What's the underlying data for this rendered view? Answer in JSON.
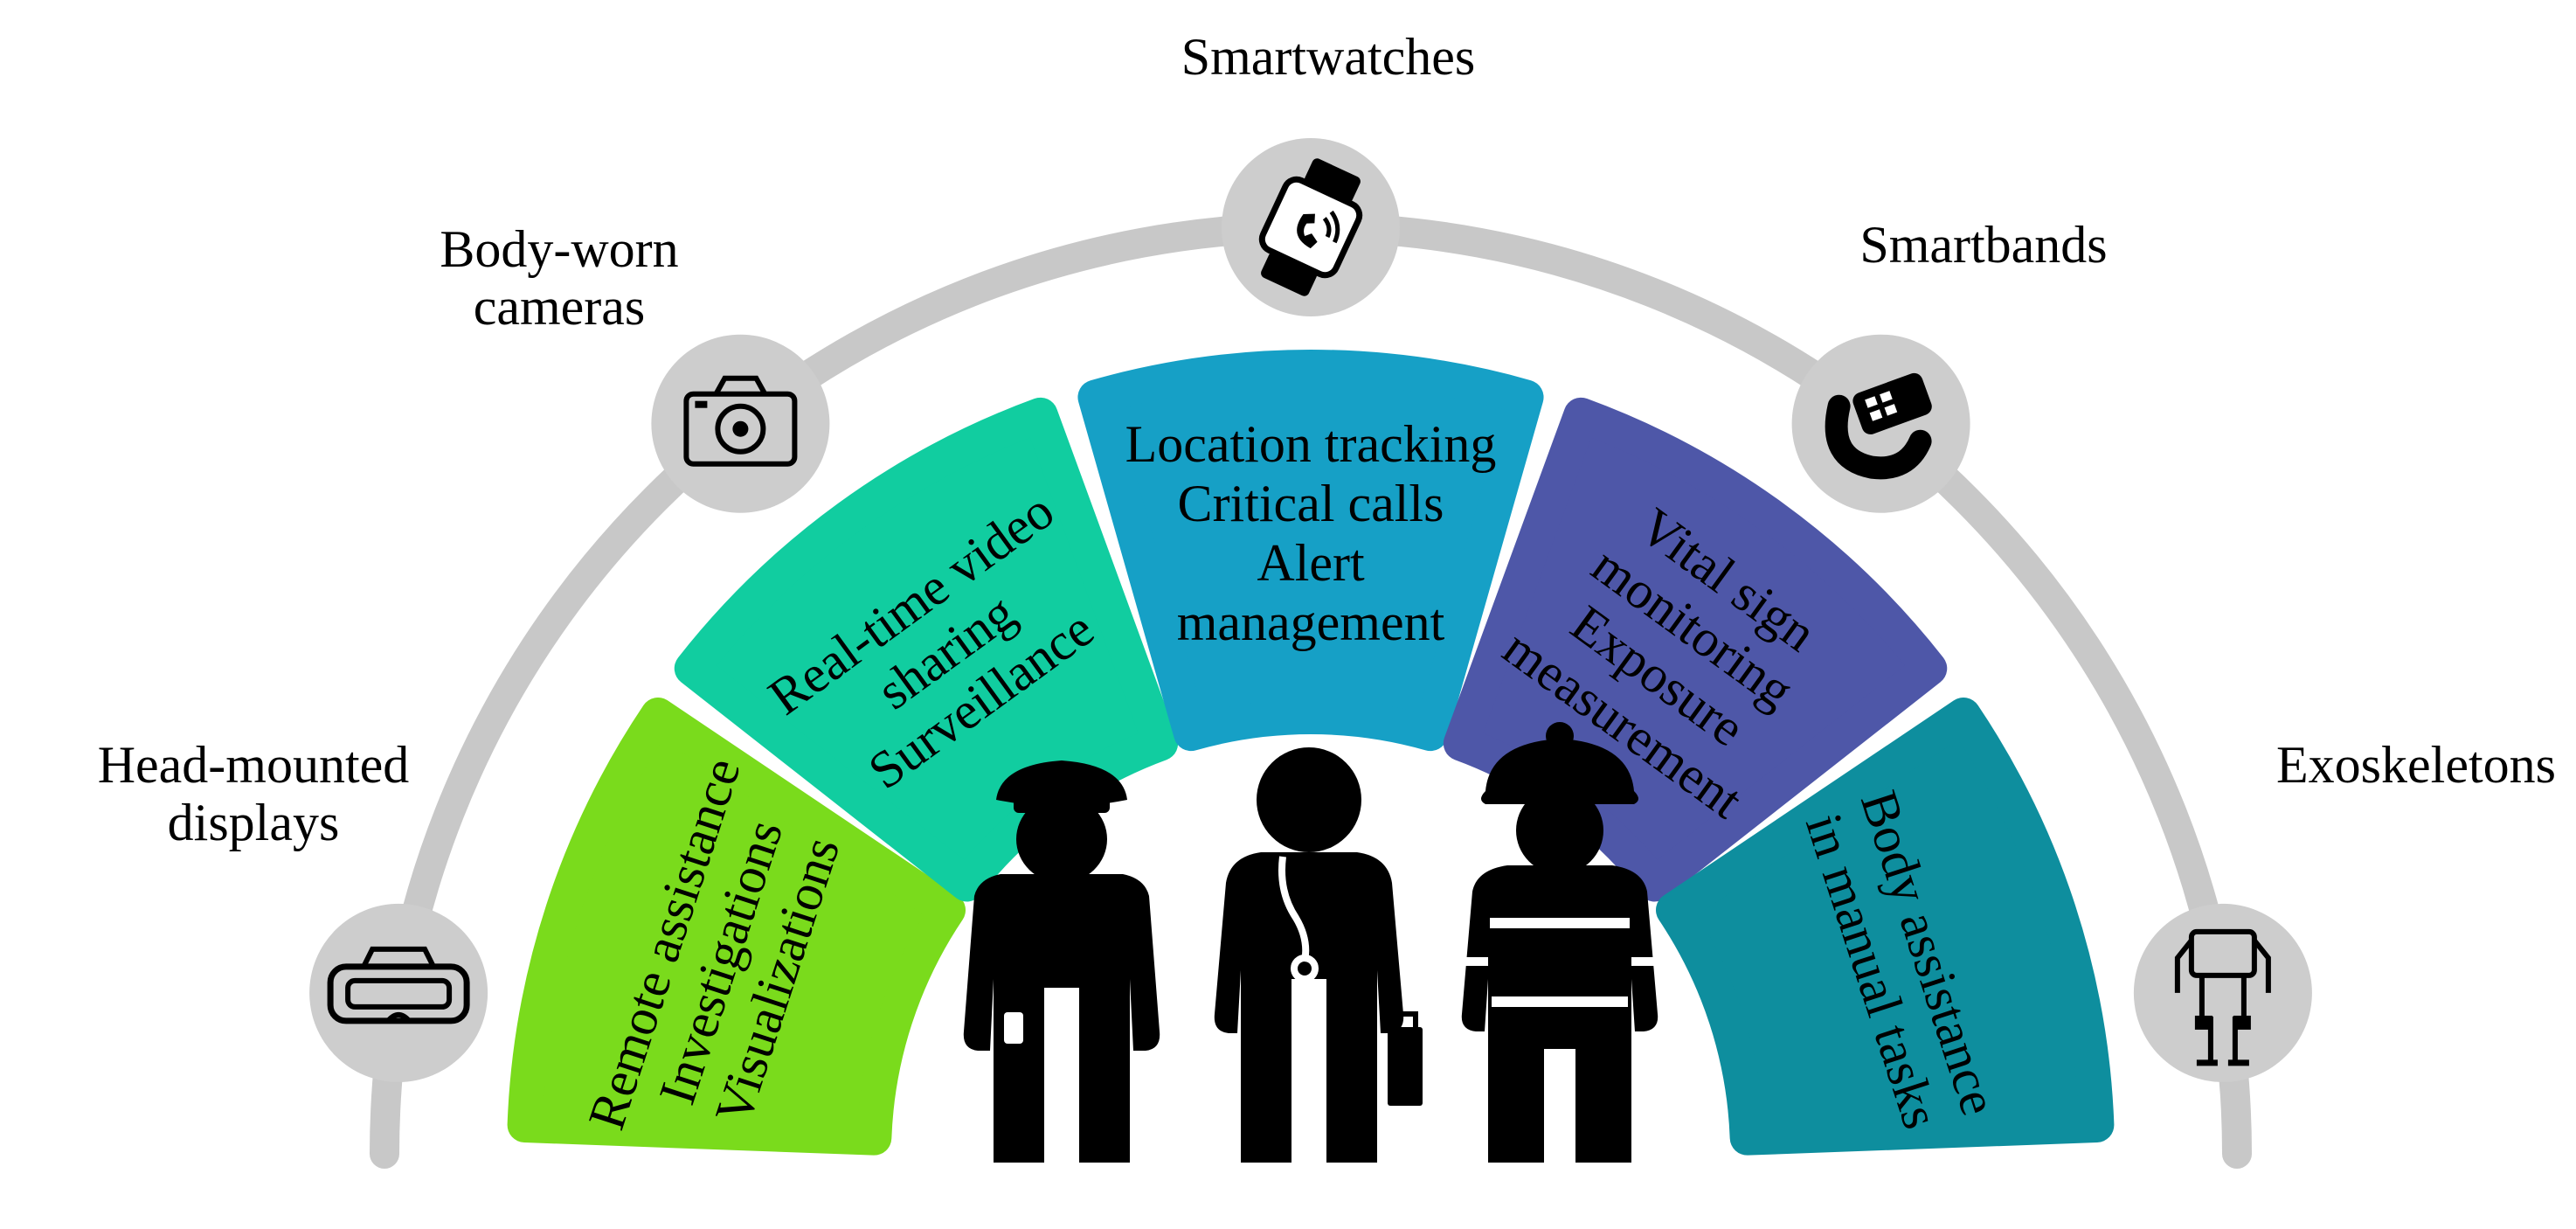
{
  "devices": [
    {
      "id": "hmd",
      "label_lines": [
        "Head-mounted",
        "displays"
      ],
      "icon": "vr-headset-icon"
    },
    {
      "id": "cam",
      "label_lines": [
        "Body-worn",
        "cameras"
      ],
      "icon": "camera-icon"
    },
    {
      "id": "watch",
      "label_lines": [
        "Smartwatches"
      ],
      "icon": "smartwatch-icon"
    },
    {
      "id": "band",
      "label_lines": [
        "Smartbands"
      ],
      "icon": "smartband-icon"
    },
    {
      "id": "exo",
      "label_lines": [
        "Exoskeletons"
      ],
      "icon": "exoskeleton-icon"
    }
  ],
  "applications": [
    {
      "lines": [
        "Remote assistance",
        "Investigations",
        "Visualizations"
      ],
      "color": "#7ADB1C"
    },
    {
      "lines": [
        "Real-time video",
        "sharing",
        "Surveillance"
      ],
      "color": "#11CDA0"
    },
    {
      "lines": [
        "Location tracking",
        "Critical calls",
        "Alert",
        "management"
      ],
      "color": "#16A0C6"
    },
    {
      "lines": [
        "Vital sign",
        "monitoring",
        "Exposure",
        "measurement"
      ],
      "color": "#4E57A8"
    },
    {
      "lines": [
        "Body assistance",
        "in manual tasks"
      ],
      "color": "#0E8E9E"
    }
  ],
  "people": [
    {
      "role": "police-officer"
    },
    {
      "role": "doctor"
    },
    {
      "role": "firefighter"
    }
  ],
  "colors": {
    "arc": "#C8C8C8",
    "icon_circle": "#CDCDCD",
    "figure": "#000000"
  }
}
